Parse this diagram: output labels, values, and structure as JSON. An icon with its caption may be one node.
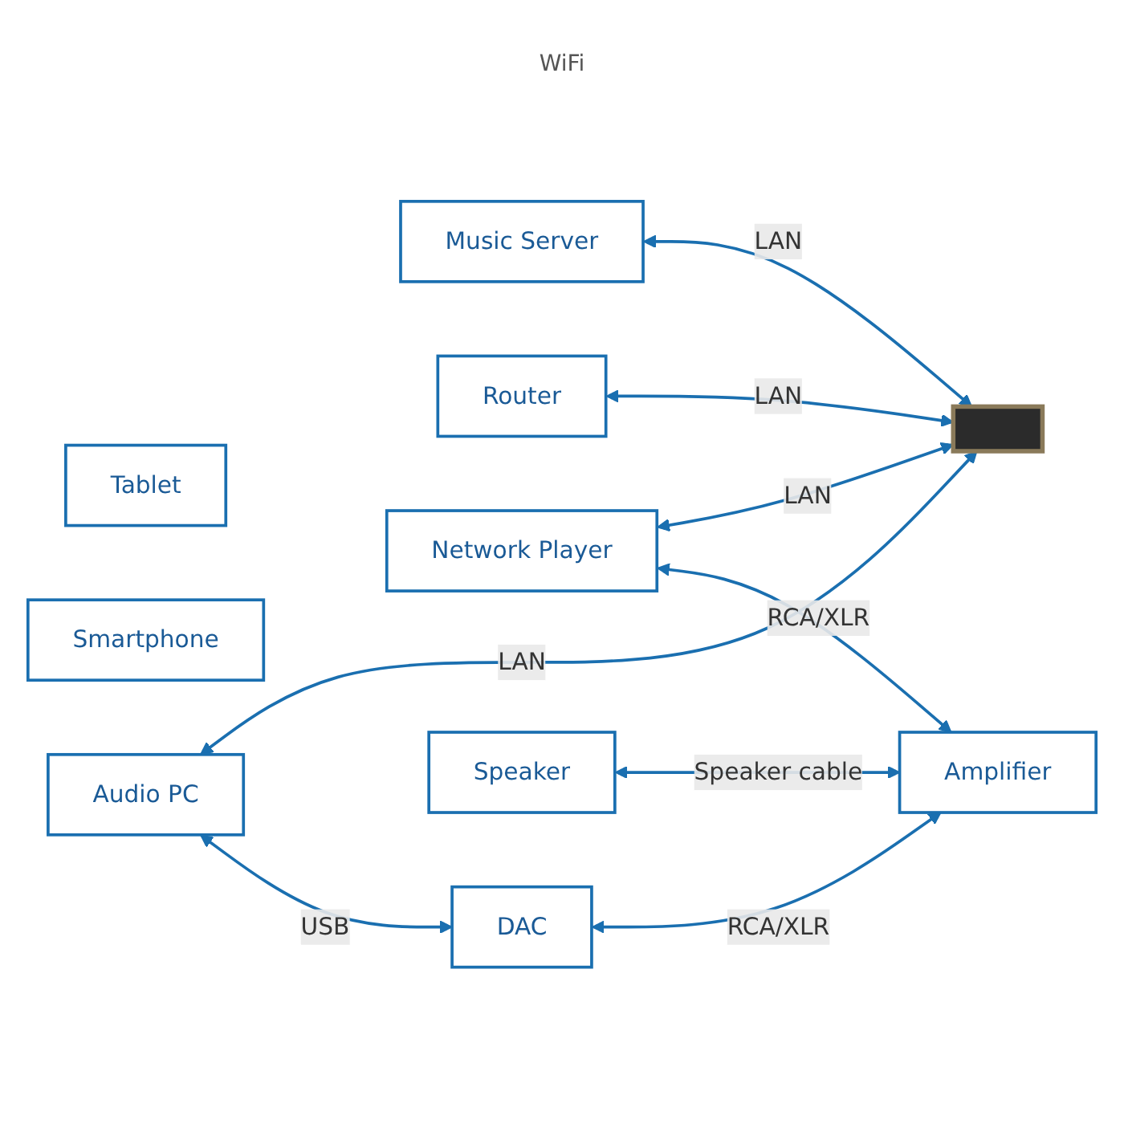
{
  "diagram": {
    "nodes": [
      {
        "text": [
          "Music Server"
        ]
      },
      {
        "text": [
          "Router"
        ]
      },
      {
        "text": [
          "Tablet"
        ]
      },
      {
        "text": [
          "Smartphone"
        ]
      },
      {
        "text": [
          "Audio PC"
        ]
      },
      {
        "text": [],
        "shape": "box"
      },
      {
        "text": [
          "Network Player"
        ]
      },
      {
        "text": [
          "DAC"
        ]
      },
      {
        "text": [
          "Speaker"
        ]
      },
      {
        "text": [
          "Amplifier"
        ]
      }
    ],
    "edges": [
      {
        "from": 0,
        "to": 5,
        "arrow": "both",
        "label": "LAN"
      },
      {
        "from": 1,
        "to": 5,
        "arrow": "both",
        "label": "LAN"
      },
      {
        "from": 4,
        "to": 5,
        "arrow": "both",
        "label": "LAN"
      },
      {
        "from": 6,
        "to": 5,
        "arrow": "both",
        "label": "LAN"
      },
      {
        "from": 4,
        "to": 7,
        "arrow": "both",
        "label": "USB"
      },
      {
        "from": 7,
        "to": 9,
        "arrow": "both",
        "label": "RCA/XLR"
      },
      {
        "from": 8,
        "to": 9,
        "arrow": "both",
        "label": "Speaker cable"
      },
      {
        "from": 6,
        "to": 9,
        "arrow": "both",
        "label": "RCA/XLR"
      }
    ],
    "labels": [
      "WiFi"
    ]
  }
}
